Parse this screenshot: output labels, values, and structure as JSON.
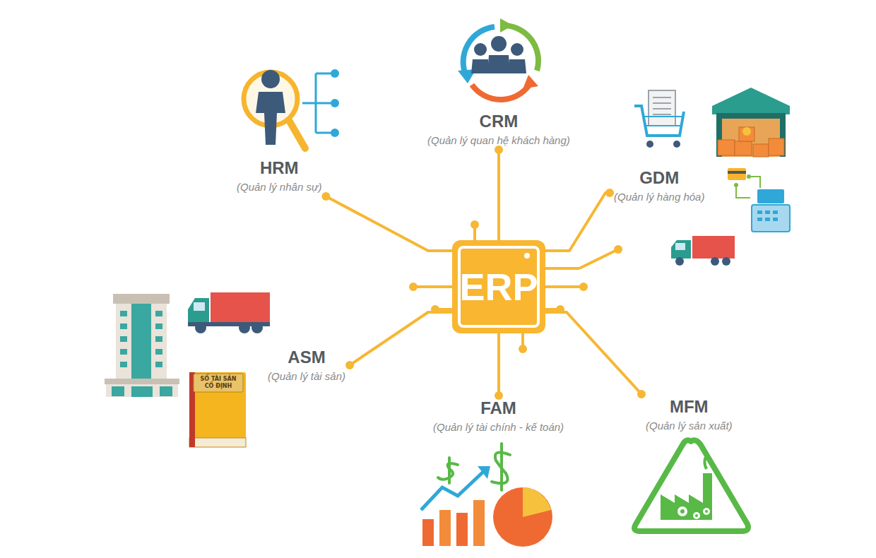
{
  "diagram": {
    "nodes": [
      {
        "text": [
          "CRM",
          "(Quản lý quan hệ khách hàng)"
        ]
      },
      {
        "text": [
          "HRM",
          "(Quản lý nhân sự)"
        ]
      },
      {
        "text": [
          "GDM",
          "(Quản lý hàng hóa)"
        ]
      },
      {
        "text": [
          "ERP"
        ]
      },
      {
        "text": [
          "ASM",
          "(Quản lý tài sản)"
        ]
      },
      {
        "text": [
          "FAM",
          "(Quản lý tài chính - kế toán)"
        ]
      },
      {
        "text": [
          "MFM",
          "(Quản lý sản xuất)"
        ]
      }
    ],
    "edges": [
      {
        "from": 3,
        "to": 0,
        "arrow": "none"
      },
      {
        "from": 3,
        "to": 1,
        "arrow": "none"
      },
      {
        "from": 3,
        "to": 2,
        "arrow": "none"
      },
      {
        "from": 3,
        "to": 4,
        "arrow": "none"
      },
      {
        "from": 3,
        "to": 5,
        "arrow": "none"
      },
      {
        "from": 3,
        "to": 6,
        "arrow": "none"
      }
    ],
    "labels": [
      "SỔ TÀI SẢN CỐ ĐỊNH"
    ]
  }
}
